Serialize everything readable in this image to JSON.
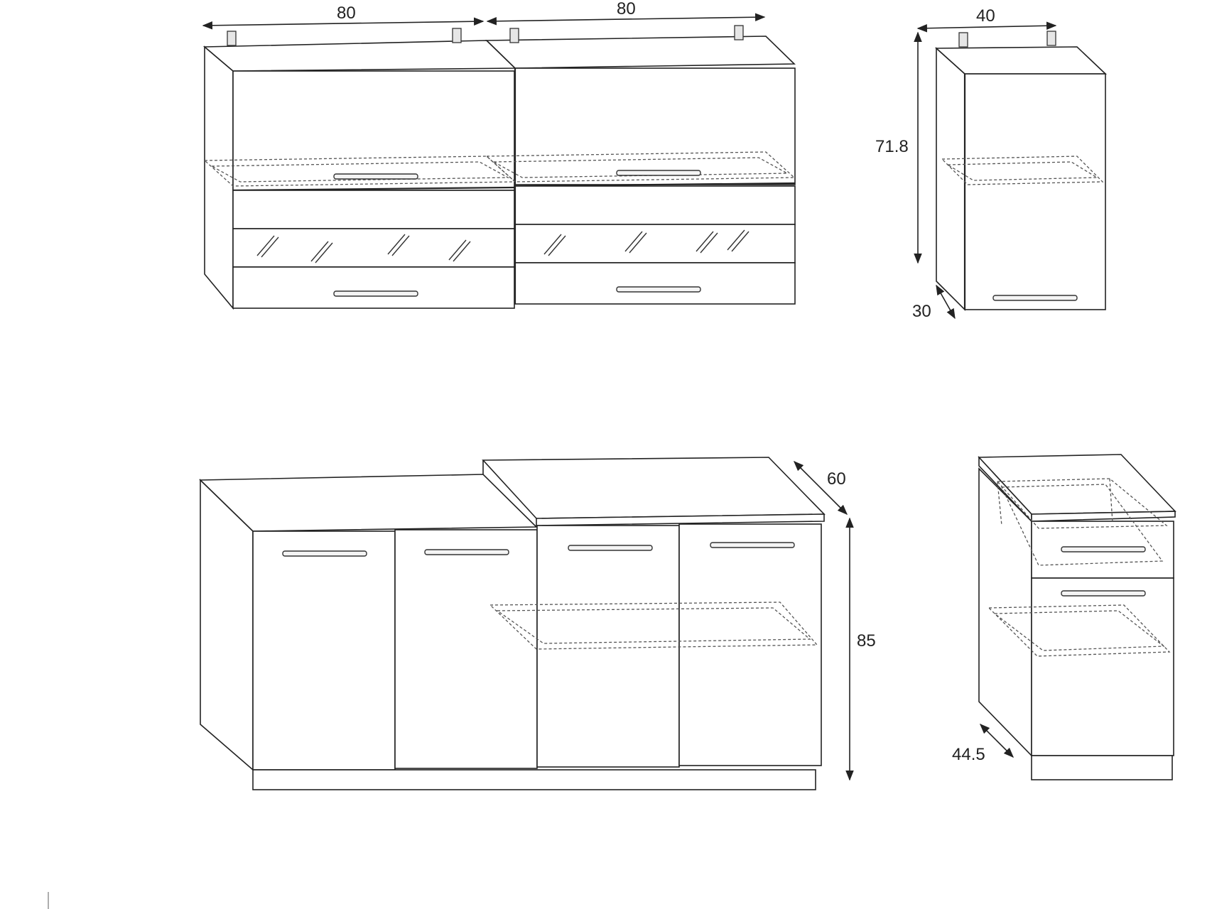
{
  "dimensions": {
    "upper_wide_left_width": "80",
    "upper_wide_right_width": "80",
    "upper_narrow_width": "40",
    "upper_height": "71.8",
    "upper_depth": "30",
    "base_depth": "60",
    "base_height": "85",
    "drawer_base_depth": "44.5"
  }
}
